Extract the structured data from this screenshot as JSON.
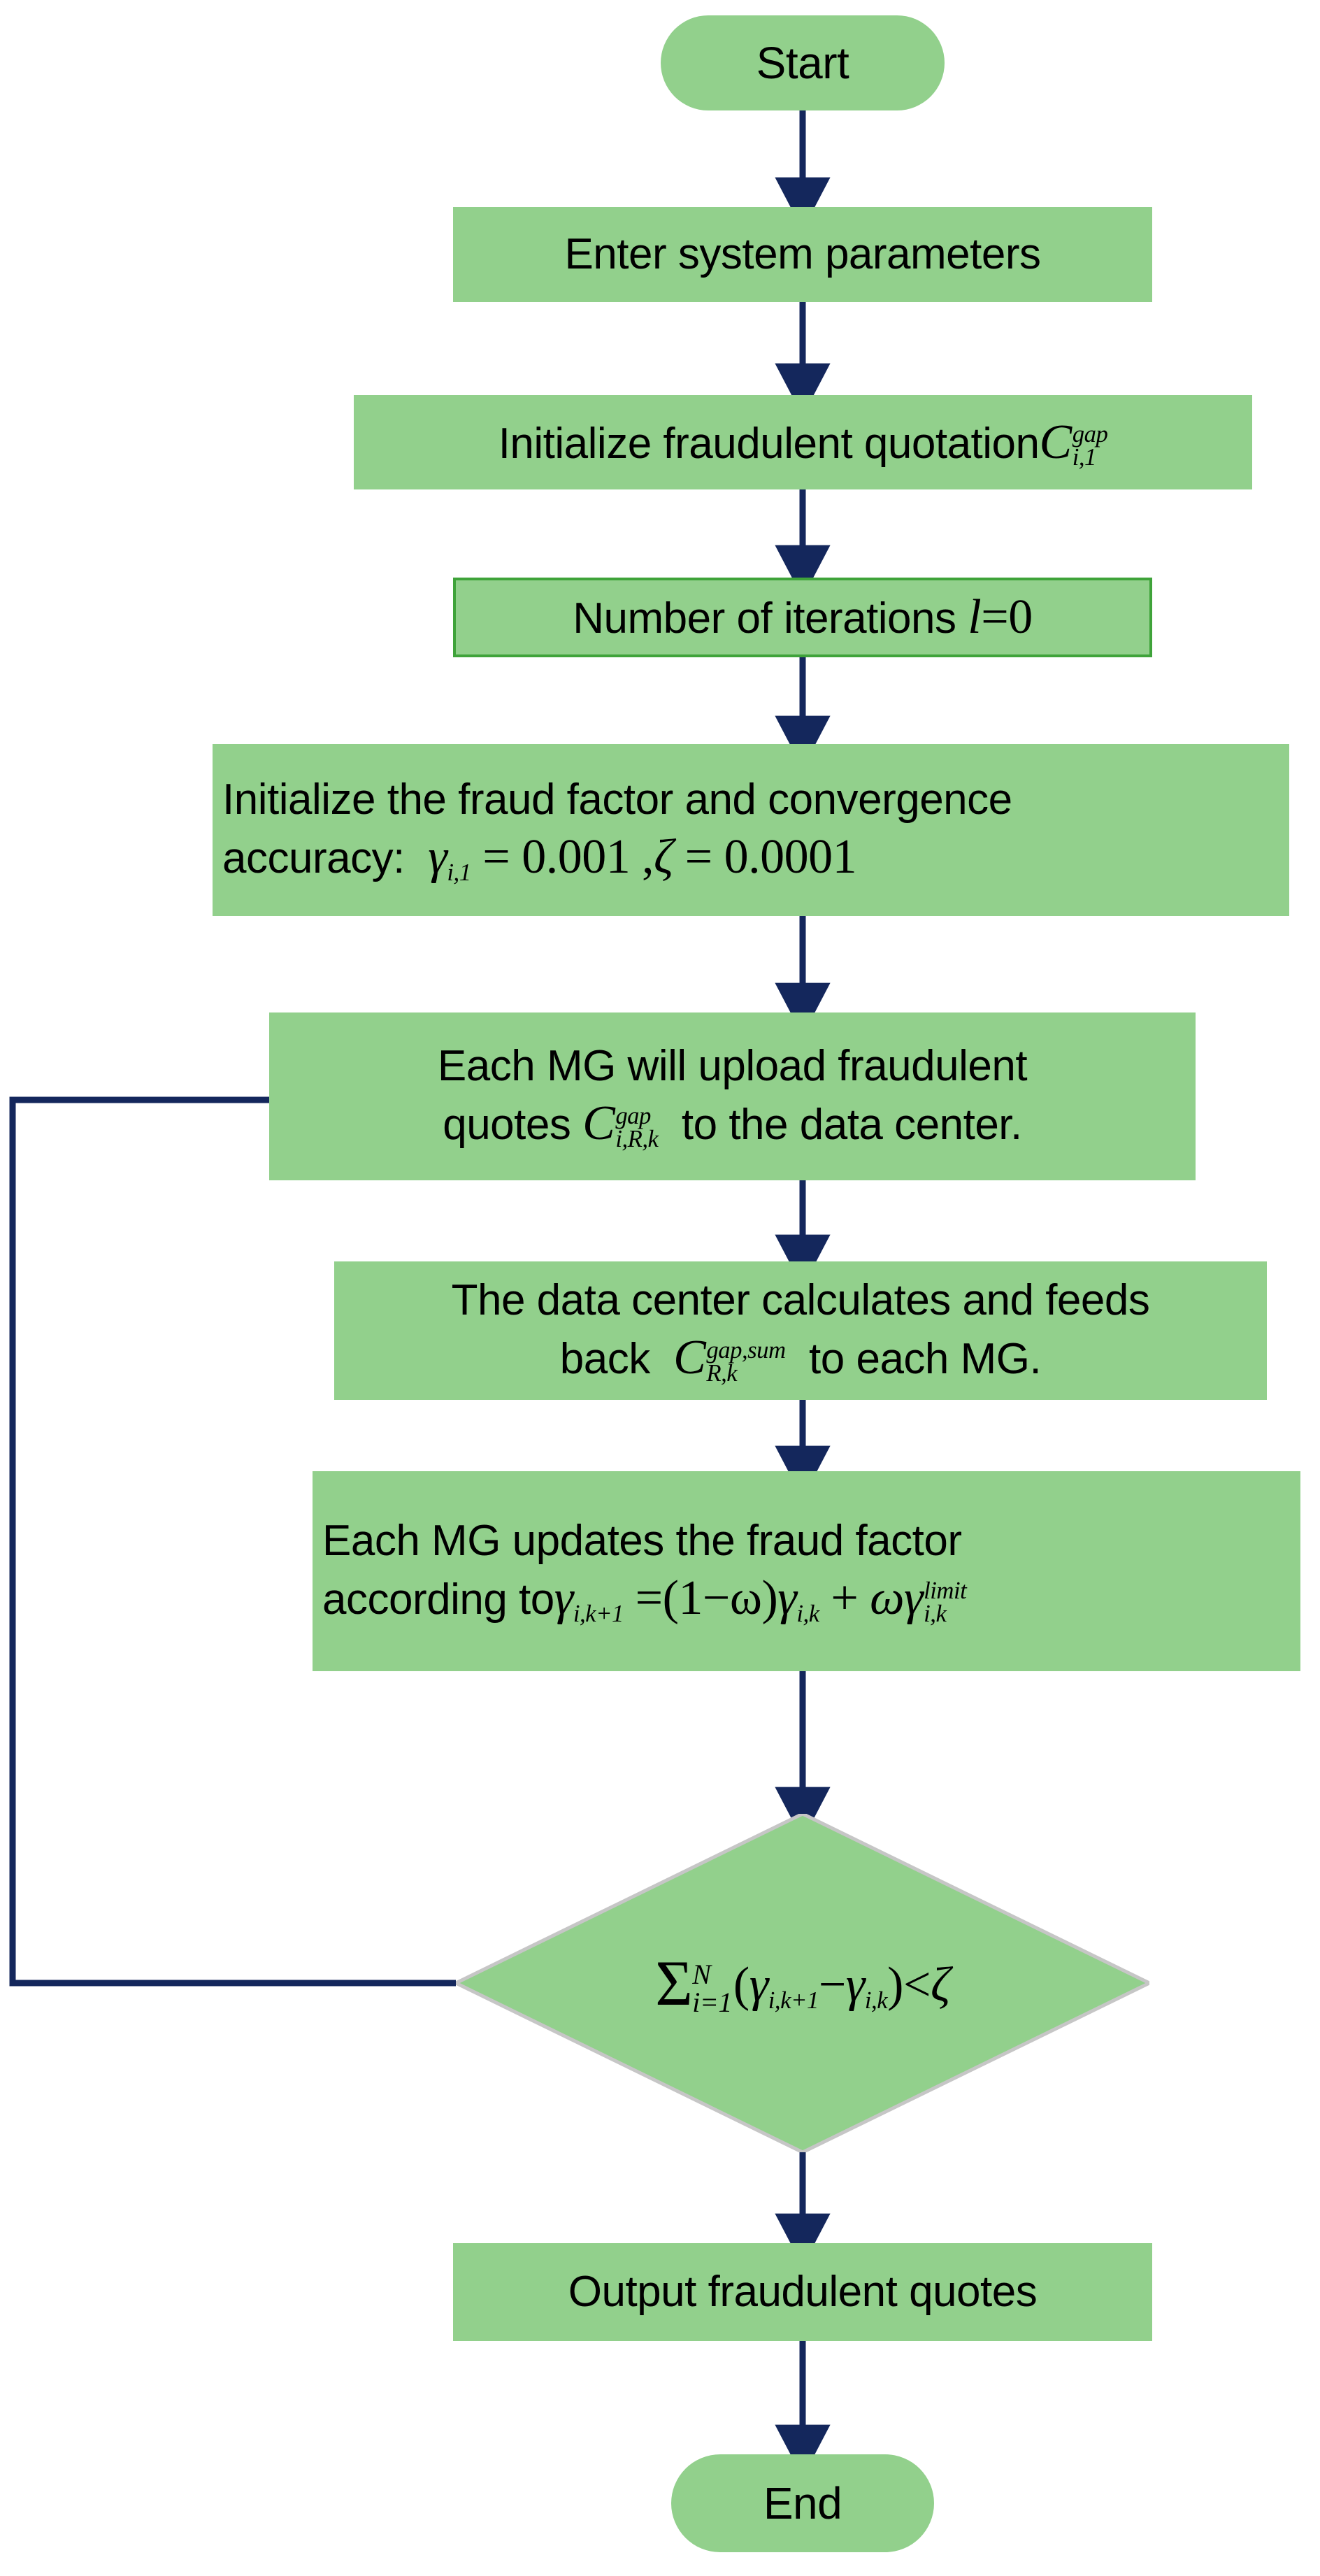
{
  "diagram": {
    "title": "Fraudulent quotation iterative algorithm flowchart",
    "type": "flowchart",
    "colors": {
      "node_fill": "#92D08C",
      "node_border": "#3FA33A",
      "edge": "#14275C",
      "text": "#000000",
      "background": "#FFFFFF"
    },
    "nodes": [
      {
        "id": "start",
        "shape": "terminator",
        "label": "Start"
      },
      {
        "id": "enter-params",
        "shape": "process",
        "label": "Enter system parameters"
      },
      {
        "id": "init-quotation",
        "shape": "process",
        "label": "Initialize fraudulent quotation",
        "math": {
          "base": "C",
          "sup": "gap",
          "sub": "i,1"
        }
      },
      {
        "id": "iterations",
        "shape": "process-bordered",
        "label": "Number of iterations",
        "math": {
          "var": "l",
          "eq": "=",
          "value": "0"
        }
      },
      {
        "id": "init-fraud-factor",
        "shape": "process",
        "line1": "Initialize the fraud factor and convergence",
        "line2_prefix": "accuracy:",
        "math": {
          "gamma": "γ",
          "gamma_sub": "i,1",
          "gamma_value": "= 0.001",
          "comma": ",",
          "zeta": "ζ",
          "zeta_value": "= 0.0001"
        }
      },
      {
        "id": "upload-quotes",
        "shape": "process",
        "line1": "Each MG will upload fraudulent",
        "line2_prefix": "quotes",
        "line2_suffix": "to the data center.",
        "math": {
          "base": "C",
          "sup": "gap",
          "sub": "i,R,k"
        }
      },
      {
        "id": "data-center-feedback",
        "shape": "process",
        "line1": "The data center calculates and feeds",
        "line2_prefix": "back",
        "line2_suffix": "to each MG.",
        "math": {
          "base": "C",
          "sup": "gap,sum",
          "sub": "R,k"
        }
      },
      {
        "id": "update-fraud-factor",
        "shape": "process",
        "line1": "Each MG updates the fraud factor",
        "line2_prefix": "according to",
        "math": {
          "lhs_base": "γ",
          "lhs_sub": "i,k+1",
          "eq": "=",
          "term1": "(1−ω)",
          "g2_base": "γ",
          "g2_sub": "i,k",
          "plus": "+",
          "omega": "ω",
          "g3_base": "γ",
          "g3_sup": "limit",
          "g3_sub": "i,k"
        }
      },
      {
        "id": "convergence-check",
        "shape": "decision",
        "math": {
          "sigma": "Σ",
          "sum_upper": "N",
          "sum_lower": "i=1",
          "open": "(",
          "g1_base": "γ",
          "g1_sub": "i,k+1",
          "minus": "−",
          "g2_base": "γ",
          "g2_sub": "i,k",
          "close": ")",
          "lt": "<",
          "zeta": "ζ"
        }
      },
      {
        "id": "output-quotes",
        "shape": "process",
        "label": "Output fraudulent quotes"
      },
      {
        "id": "end",
        "shape": "terminator",
        "label": "End"
      }
    ],
    "edges": [
      {
        "from": "start",
        "to": "enter-params",
        "kind": "straight-down"
      },
      {
        "from": "enter-params",
        "to": "init-quotation",
        "kind": "straight-down"
      },
      {
        "from": "init-quotation",
        "to": "iterations",
        "kind": "straight-down"
      },
      {
        "from": "iterations",
        "to": "init-fraud-factor",
        "kind": "straight-down"
      },
      {
        "from": "init-fraud-factor",
        "to": "upload-quotes",
        "kind": "straight-down"
      },
      {
        "from": "upload-quotes",
        "to": "data-center-feedback",
        "kind": "straight-down"
      },
      {
        "from": "data-center-feedback",
        "to": "update-fraud-factor",
        "kind": "straight-down"
      },
      {
        "from": "update-fraud-factor",
        "to": "convergence-check",
        "kind": "straight-down"
      },
      {
        "from": "convergence-check",
        "to": "output-quotes",
        "kind": "straight-down"
      },
      {
        "from": "output-quotes",
        "to": "end",
        "kind": "straight-down"
      },
      {
        "from": "convergence-check",
        "to": "upload-quotes",
        "kind": "feedback-left-loop"
      }
    ]
  }
}
